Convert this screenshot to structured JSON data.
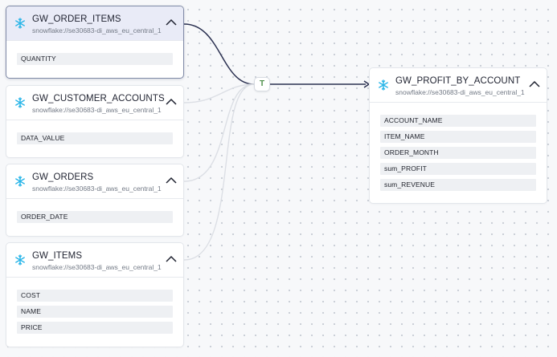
{
  "sources": [
    {
      "id": "order_items",
      "title": "GW_ORDER_ITEMS",
      "url": "snowflake://se30683-di_aws_eu_central_1",
      "fields": [
        "QUANTITY"
      ]
    },
    {
      "id": "customer_accounts",
      "title": "GW_CUSTOMER_ACCOUNTS",
      "url": "snowflake://se30683-di_aws_eu_central_1",
      "fields": [
        "DATA_VALUE"
      ]
    },
    {
      "id": "orders",
      "title": "GW_ORDERS",
      "url": "snowflake://se30683-di_aws_eu_central_1",
      "fields": [
        "ORDER_DATE"
      ]
    },
    {
      "id": "items",
      "title": "GW_ITEMS",
      "url": "snowflake://se30683-di_aws_eu_central_1",
      "fields": [
        "COST",
        "NAME",
        "PRICE"
      ]
    }
  ],
  "target": {
    "title": "GW_PROFIT_BY_ACCOUNT",
    "url": "snowflake://se30683-di_aws_eu_central_1",
    "fields": [
      "ACCOUNT_NAME",
      "ITEM_NAME",
      "ORDER_MONTH",
      "sum_PROFIT",
      "sum_REVENUE"
    ]
  },
  "transform": {
    "label": "T",
    "icon": "transform-icon"
  },
  "icons": {
    "node": "snowflake-icon",
    "collapse": "chevron-up-icon"
  },
  "colors": {
    "snowflake": "#29b5e8",
    "transform": "#4e8f4a",
    "active_edge": "#2a3050",
    "inactive_edge": "#dcdfe5",
    "selected_header": "#e9ebf7"
  }
}
